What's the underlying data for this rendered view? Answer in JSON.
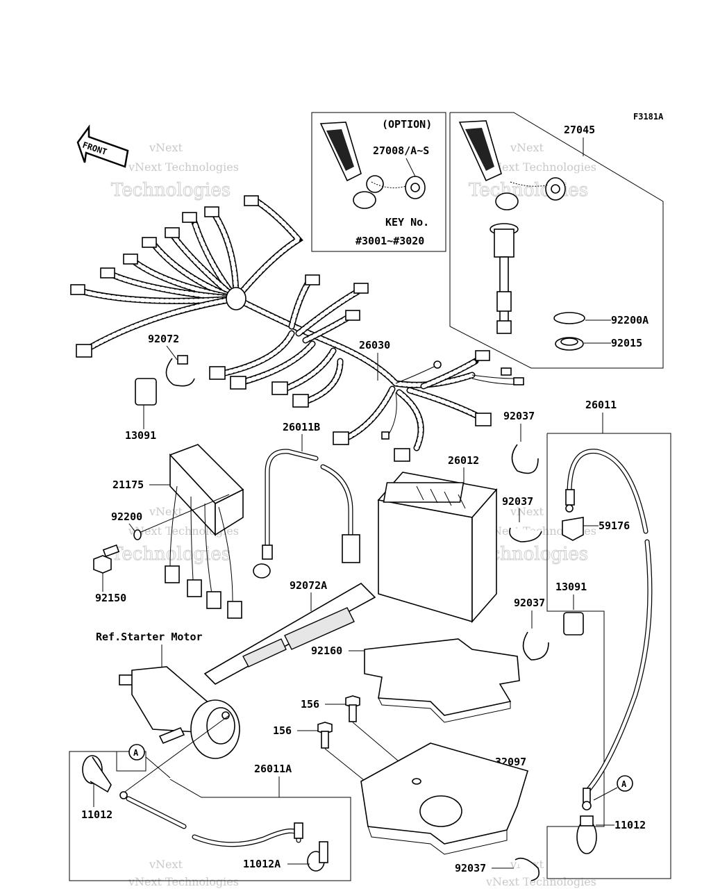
{
  "diagram_code": "F3181A",
  "front_label": "FRONT",
  "option_box": {
    "title": "(OPTION)",
    "part": "27008/A~S",
    "key_label": "KEY No.",
    "key_range": "#3001~#3020"
  },
  "watermark": {
    "brand_top": "vNext",
    "brand_line": "vNext Technologies",
    "brand_big": "Technologies"
  },
  "callouts": {
    "p27045": "27045",
    "p92200A": "92200A",
    "p92015": "92015",
    "p92072": "92072",
    "p26030": "26030",
    "p13091_left": "13091",
    "p26011B": "26011B",
    "p26012": "26012",
    "p92037_a": "92037",
    "p26011": "26011",
    "p21175": "21175",
    "p92200": "92200",
    "p92150": "92150",
    "p92037_b": "92037",
    "p59176": "59176",
    "p92072A": "92072A",
    "p13091_right": "13091",
    "p92037_c": "92037",
    "ref_starter": "Ref.Starter Motor",
    "p92160": "92160",
    "p156_a": "156",
    "p156_b": "156",
    "p32097": "32097",
    "p26011A": "26011A",
    "p11012_left": "11012",
    "p11012_right": "11012",
    "p11012A": "11012A",
    "p92037_d": "92037",
    "ref_a_left": "A",
    "ref_a_right": "A"
  }
}
